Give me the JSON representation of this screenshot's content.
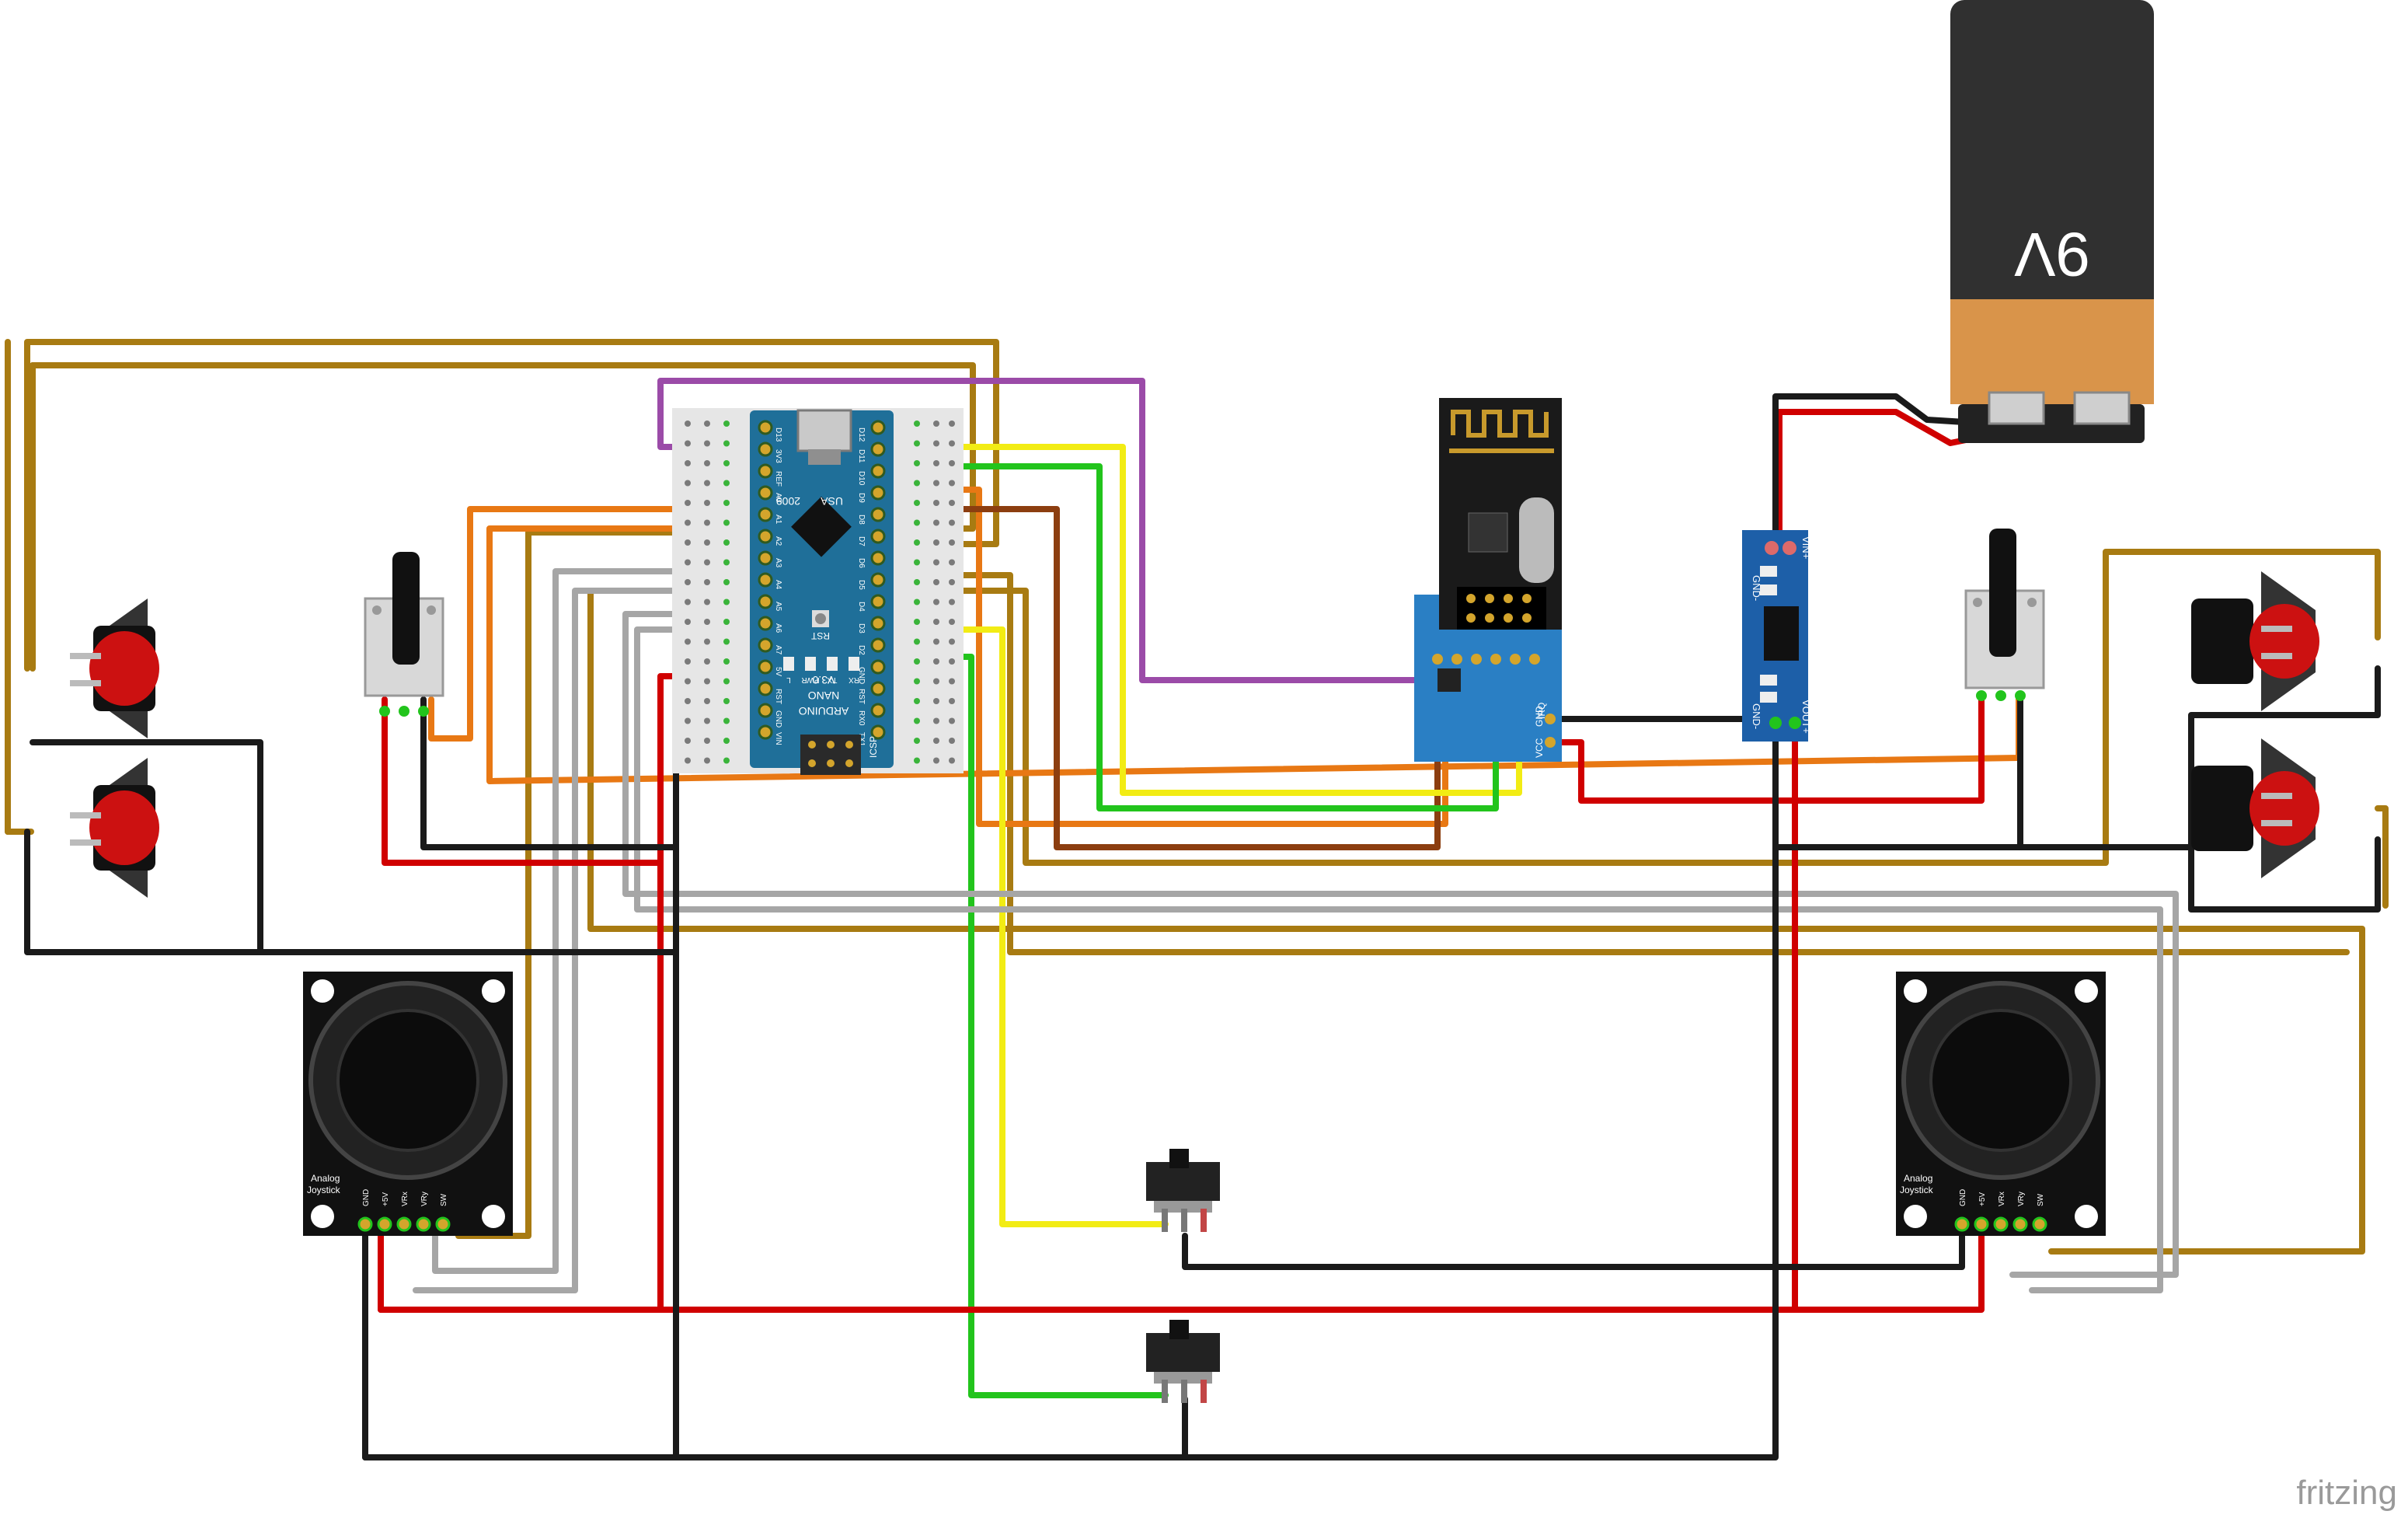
{
  "battery": {
    "label": "9V"
  },
  "arduino": {
    "board_text": [
      "ARDUINO",
      "NANO",
      "V3.0"
    ],
    "brand": "2009",
    "usb_label": "USA",
    "reset_label": "RST",
    "icsp_label": "ICSP",
    "left_pins": [
      "D13",
      "3V3",
      "REF",
      "A0",
      "A1",
      "A2",
      "A3",
      "A4",
      "A5",
      "A6",
      "A7",
      "5V",
      "RST",
      "GND",
      "VIN"
    ],
    "right_pins": [
      "D12",
      "D11",
      "D10",
      "D9",
      "D8",
      "D7",
      "D6",
      "D5",
      "D4",
      "D3",
      "D2",
      "GND",
      "RST",
      "RX0",
      "TX1"
    ],
    "leds": [
      "L",
      "PWR",
      "TX",
      "RX"
    ]
  },
  "nrf_adapter": {
    "labels": [
      "IRQ",
      "GND",
      "VCC"
    ]
  },
  "regulator": {
    "labels": [
      "GND-",
      "VIN+",
      "GND-",
      "VOUT+"
    ]
  },
  "joystick_left": {
    "title_line1": "Analog",
    "title_line2": "Joystick",
    "pins": [
      "GND",
      "+5V",
      "VRx",
      "VRy",
      "SW"
    ]
  },
  "joystick_right": {
    "title_line1": "Analog",
    "title_line2": "Joystick",
    "pins": [
      "GND",
      "+5V",
      "VRx",
      "VRy",
      "SW"
    ]
  },
  "watermark": "fritzing",
  "colors": {
    "red": "#d00000",
    "black": "#1a1a1a",
    "gold": "#a87b12",
    "orange": "#e87814",
    "gray": "#a6a6a6",
    "green": "#22c41c",
    "yellow": "#f2ec14",
    "purple": "#9b4ba8",
    "brown": "#8c3e10",
    "board_blue": "#1f6f99",
    "module_blue": "#2a7fc4",
    "button_red": "#cc1111"
  }
}
